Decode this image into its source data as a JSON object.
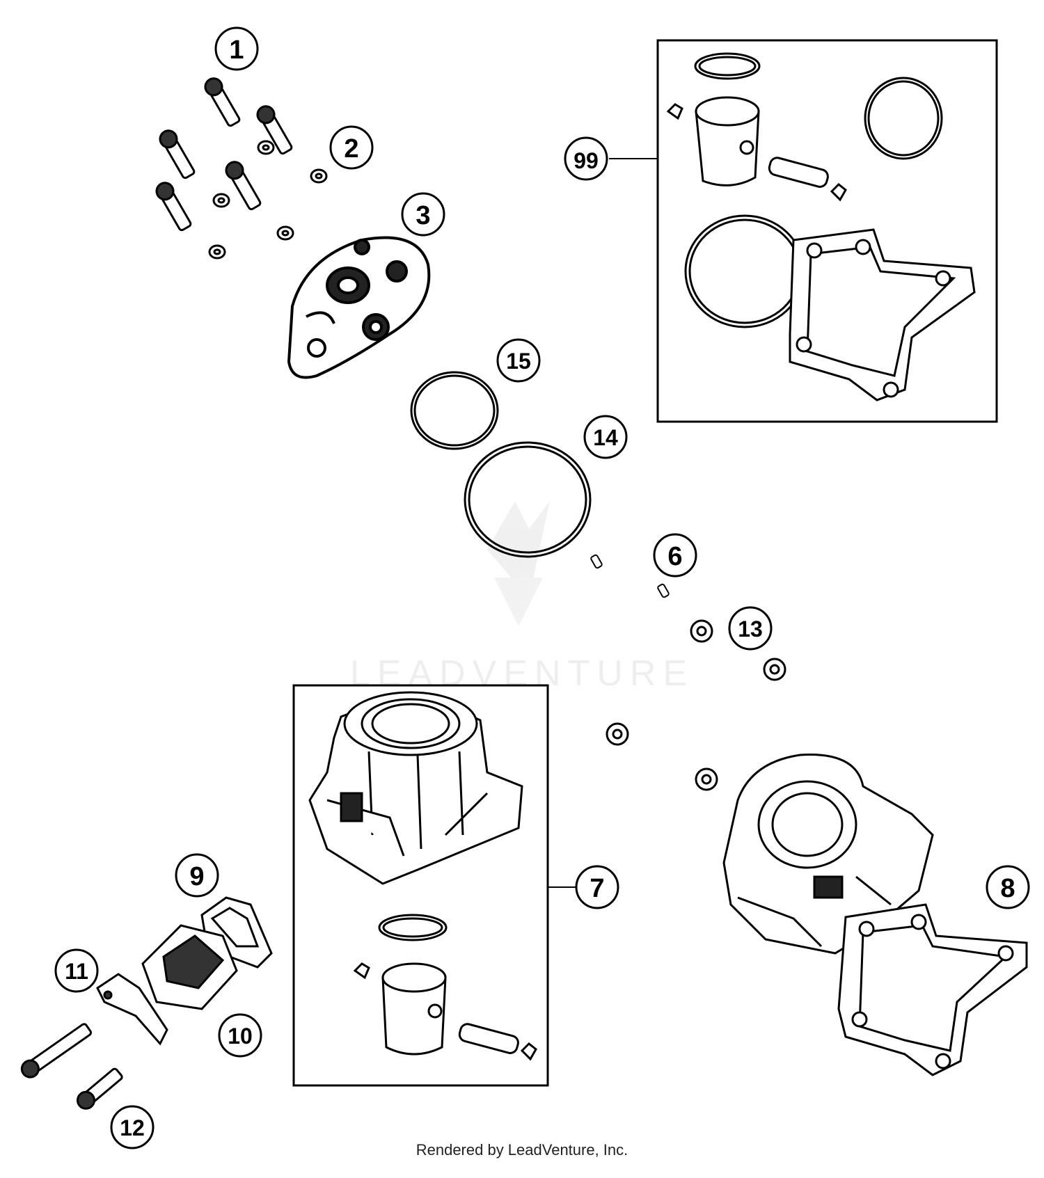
{
  "diagram": {
    "callouts": [
      {
        "id": "c1",
        "label": "1"
      },
      {
        "id": "c2",
        "label": "2"
      },
      {
        "id": "c3",
        "label": "3"
      },
      {
        "id": "c99",
        "label": "99"
      },
      {
        "id": "c15",
        "label": "15"
      },
      {
        "id": "c14",
        "label": "14"
      },
      {
        "id": "c6",
        "label": "6"
      },
      {
        "id": "c13",
        "label": "13"
      },
      {
        "id": "c7",
        "label": "7"
      },
      {
        "id": "c8",
        "label": "8"
      },
      {
        "id": "c9",
        "label": "9"
      },
      {
        "id": "c10",
        "label": "10"
      },
      {
        "id": "c11",
        "label": "11"
      },
      {
        "id": "c12",
        "label": "12"
      }
    ],
    "watermark": "LEADVENTURE",
    "footer": "Rendered by LeadVenture, Inc."
  }
}
